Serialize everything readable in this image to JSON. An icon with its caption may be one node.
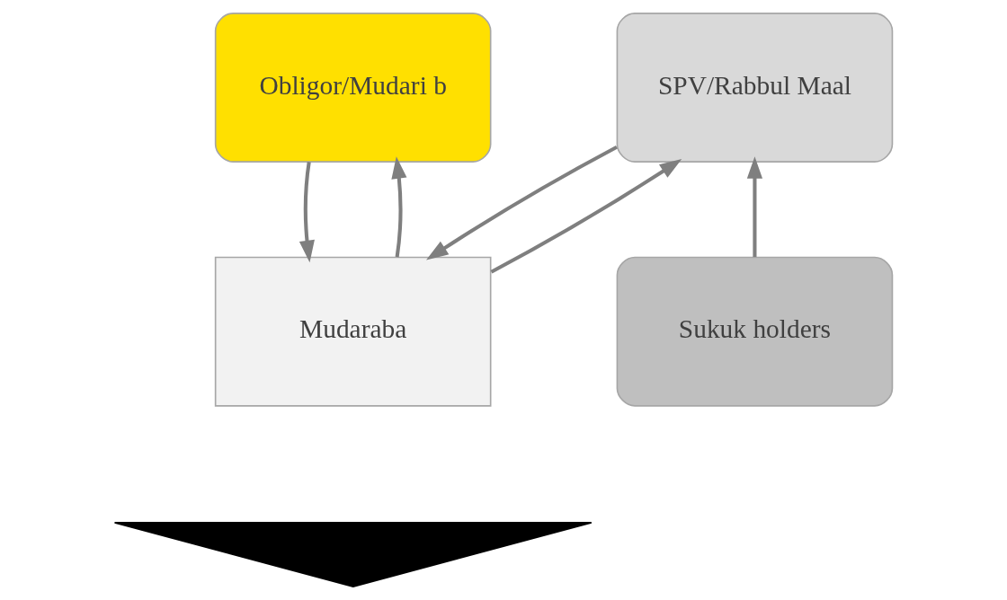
{
  "diagram": {
    "nodes": [
      {
        "text": [
          "Obligor/Mudari b"
        ]
      },
      {
        "text": [
          "SPV/Rabbul Maal"
        ]
      },
      {
        "text": [
          "Mudaraba"
        ]
      },
      {
        "text": [
          "Sukuk holders"
        ]
      },
      {
        "text": [],
        "shape": "triangle"
      }
    ],
    "edges": [
      {
        "from": 2,
        "to": 0,
        "arrow": "to"
      },
      {
        "from": 2,
        "to": 1,
        "arrow": "to"
      },
      {
        "from": 0,
        "to": 2,
        "arrow": "to"
      },
      {
        "from": 1,
        "to": 2,
        "arrow": "to"
      },
      {
        "from": 3,
        "to": 1,
        "arrow": "to"
      }
    ]
  }
}
